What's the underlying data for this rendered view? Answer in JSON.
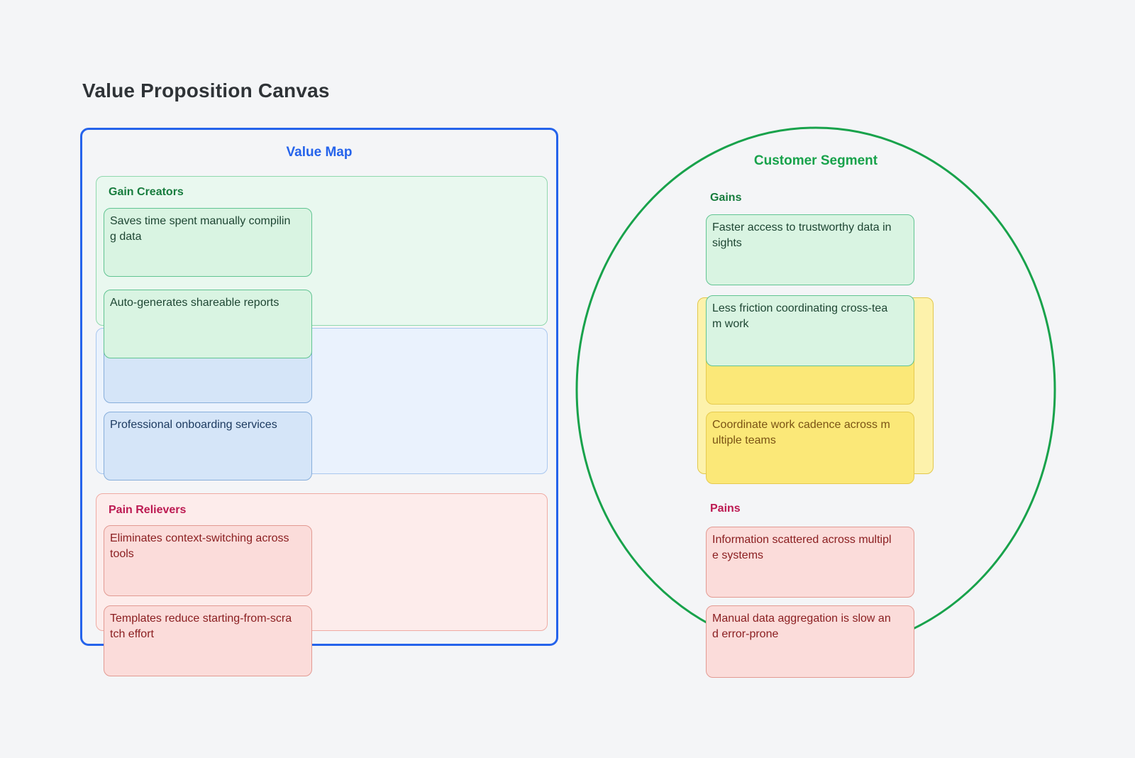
{
  "title": "Value Proposition Canvas",
  "value_map": {
    "title": "Value Map",
    "gain_creators": {
      "label": "Gain Creators",
      "cards": [
        {
          "text": "Saves time spent manually compiling data"
        },
        {
          "text": "Auto-generates shareable reports"
        }
      ]
    },
    "products_services": {
      "cards": [
        {
          "text": ""
        },
        {
          "text": "Professional onboarding services"
        }
      ]
    },
    "pain_relievers": {
      "label": "Pain Relievers",
      "cards": [
        {
          "text": "Eliminates context-switching across tools"
        },
        {
          "text": "Templates reduce starting-from-scratch effort"
        }
      ]
    }
  },
  "customer_segment": {
    "title": "Customer Segment",
    "gains": {
      "label": "Gains",
      "cards": [
        {
          "text": "Faster access to trustworthy data insights"
        },
        {
          "text": "Less friction coordinating cross-team work"
        }
      ]
    },
    "customer_jobs": {
      "cards": [
        {
          "text": ""
        },
        {
          "text": "Coordinate work cadence across multiple teams"
        }
      ]
    },
    "pains": {
      "label": "Pains",
      "cards": [
        {
          "text": "Information scattered across multiple systems"
        },
        {
          "text": "Manual data aggregation is slow and error-prone"
        }
      ]
    }
  },
  "colors": {
    "page_background": "#f4f5f7",
    "value_map_accent": "#2563eb",
    "customer_segment_accent": "#18a24b",
    "gain_green_card": "#d9f4e2",
    "gain_green_section": "#e9f8ef",
    "green_heading": "#177c3d",
    "products_blue_card": "#d5e5f8",
    "products_blue_section": "#eaf2fd",
    "pain_pink_card": "#fbdcda",
    "pain_pink_section": "#fdeceb",
    "crimson_heading": "#bc1a52",
    "jobs_yellow_card": "#fbe878",
    "jobs_yellow_section": "#fdf2ab",
    "title_text": "#2f3337"
  }
}
